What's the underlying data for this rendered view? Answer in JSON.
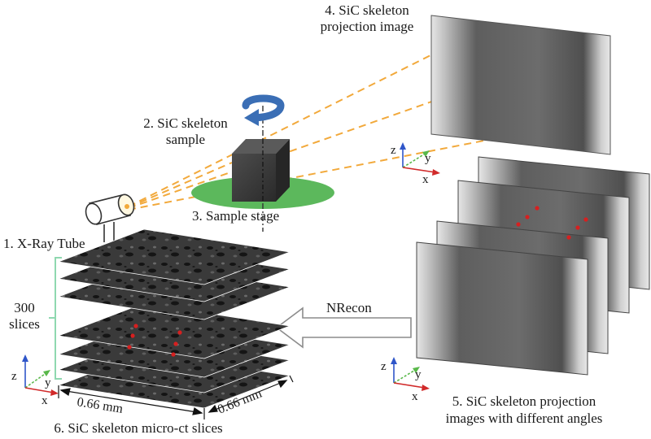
{
  "labels": {
    "projection_image": [
      "4. SiC skeleton",
      "projection image"
    ],
    "sample": [
      "2. SiC skeleton",
      "sample"
    ],
    "sample_stage": "3. Sample stage",
    "xray_tube": "1. X-Ray Tube",
    "slices_count": [
      "300",
      "slices"
    ],
    "nrecon": "NRecon",
    "projections_angles": [
      "5. SiC skeleton projection",
      "images with different angles"
    ],
    "micro_ct": "6. SiC skeleton micro-ct slices",
    "dim_x": "0.66 mm",
    "dim_y": "0.66 mm"
  },
  "axes": {
    "z": "z",
    "y": "y",
    "x": "x"
  },
  "colors": {
    "beam": "#f2a93b",
    "stage": "#5cb85c",
    "rotation_arrow": "#3a6eb5",
    "axis_z": "#2f56c9",
    "axis_y": "#59b84a",
    "axis_x": "#d12a2a",
    "marker": "#d62020",
    "bracket": "#8fd8b0"
  }
}
